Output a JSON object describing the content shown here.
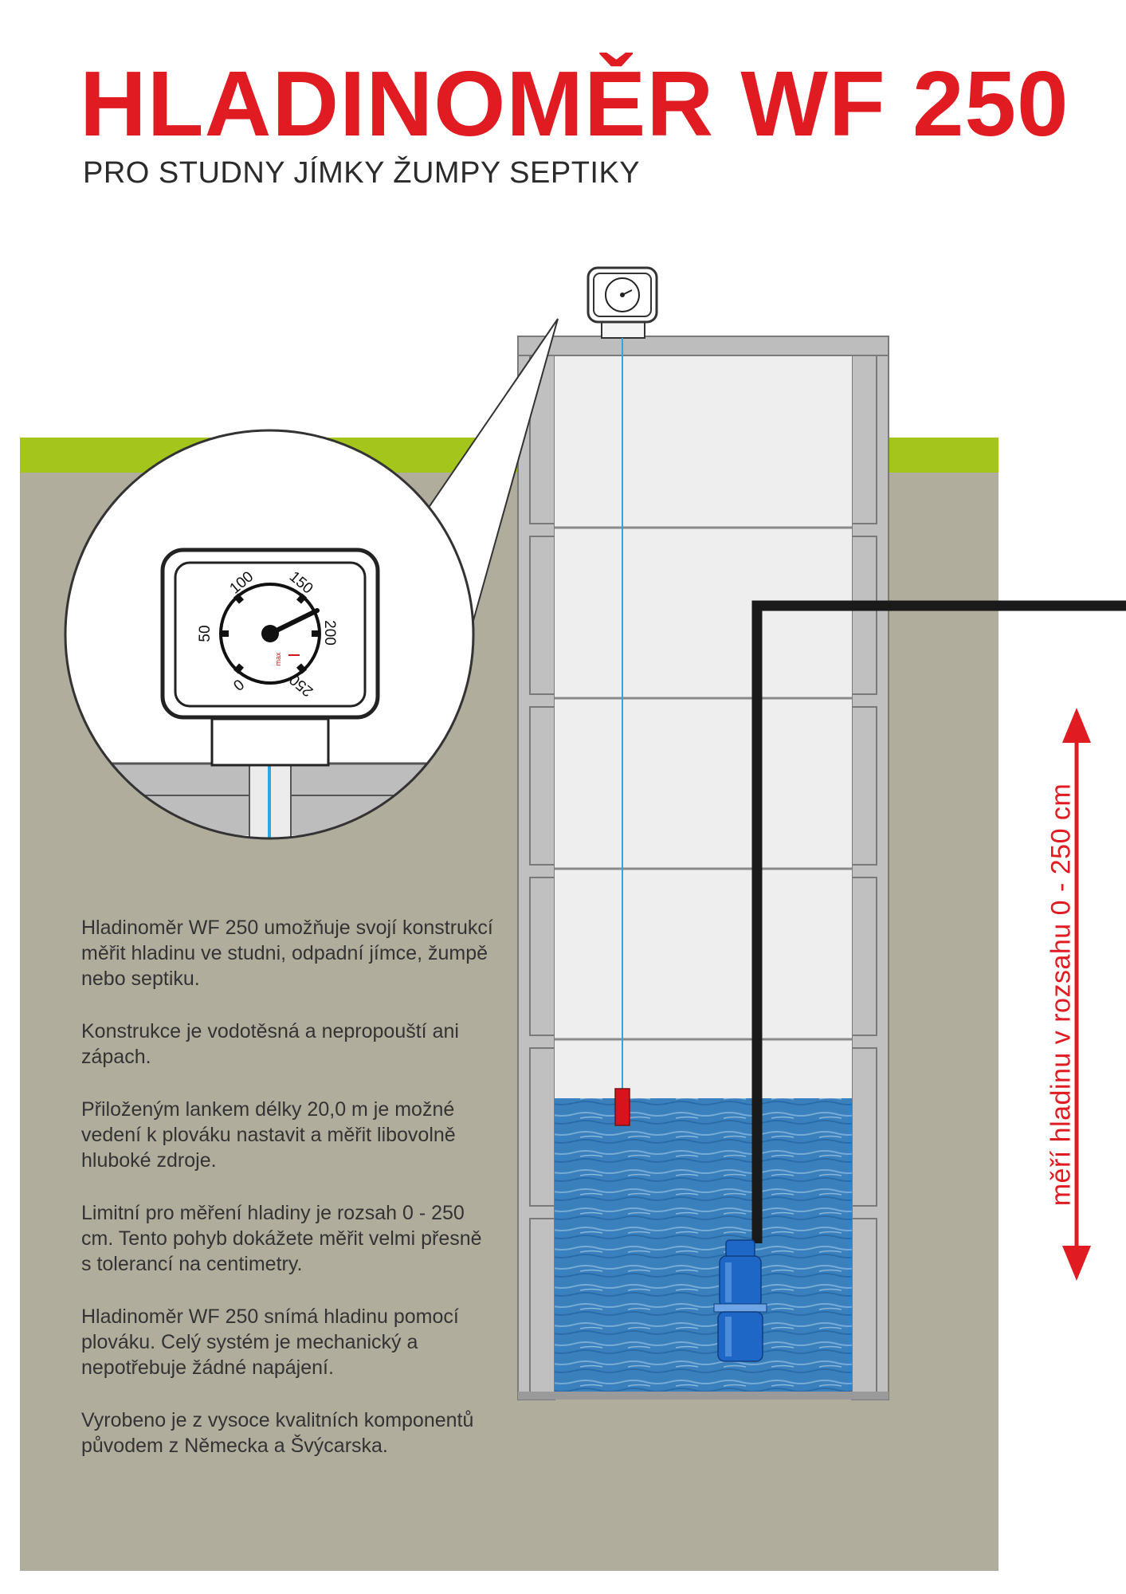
{
  "header": {
    "title": "HLADINOMĚR WF 250",
    "subtitle": "PRO STUDNY JÍMKY ŽUMPY SEPTIKY"
  },
  "gauge": {
    "scale_labels": [
      "0",
      "50",
      "100",
      "150",
      "200",
      "250"
    ],
    "max_label": "max",
    "reading": 180
  },
  "range_label": "měří hladinu v rozsahu 0 - 250 cm",
  "description": [
    "Hladinoměr WF 250 umožňuje svojí konstrukcí měřit hladinu ve studni, odpadní jímce, žumpě nebo septiku.",
    "Konstrukce je vodotěsná a nepropouští ani zápach.",
    "Přiloženým lankem délky 20,0 m je možné vedení k plováku nastavit a měřit libovolně hluboké zdroje.",
    "Limitní pro měření hladiny je rozsah 0 - 250 cm. Tento pohyb dokážete měřit velmi přesně s tolerancí na centimetry.",
    "Hladinoměr WF 250 snímá hladinu pomocí plováku. Celý systém je mechanický a nepotřebuje žádné napájení.",
    "Vyrobeno je z vysoce kvalitních komponentů původem z Německa a Švýcarska."
  ],
  "colors": {
    "title": "#e01b22",
    "grass": "#a4c51b",
    "soil": "#b0ad9d",
    "water": "#2f78b6",
    "concrete": "#bdbdbd",
    "float": "#d9131c",
    "pump": "#1e67c6",
    "wire": "#2aa8e6"
  },
  "icons": [
    "gauge-icon",
    "float-icon",
    "pump-icon",
    "range-arrow-icon"
  ]
}
